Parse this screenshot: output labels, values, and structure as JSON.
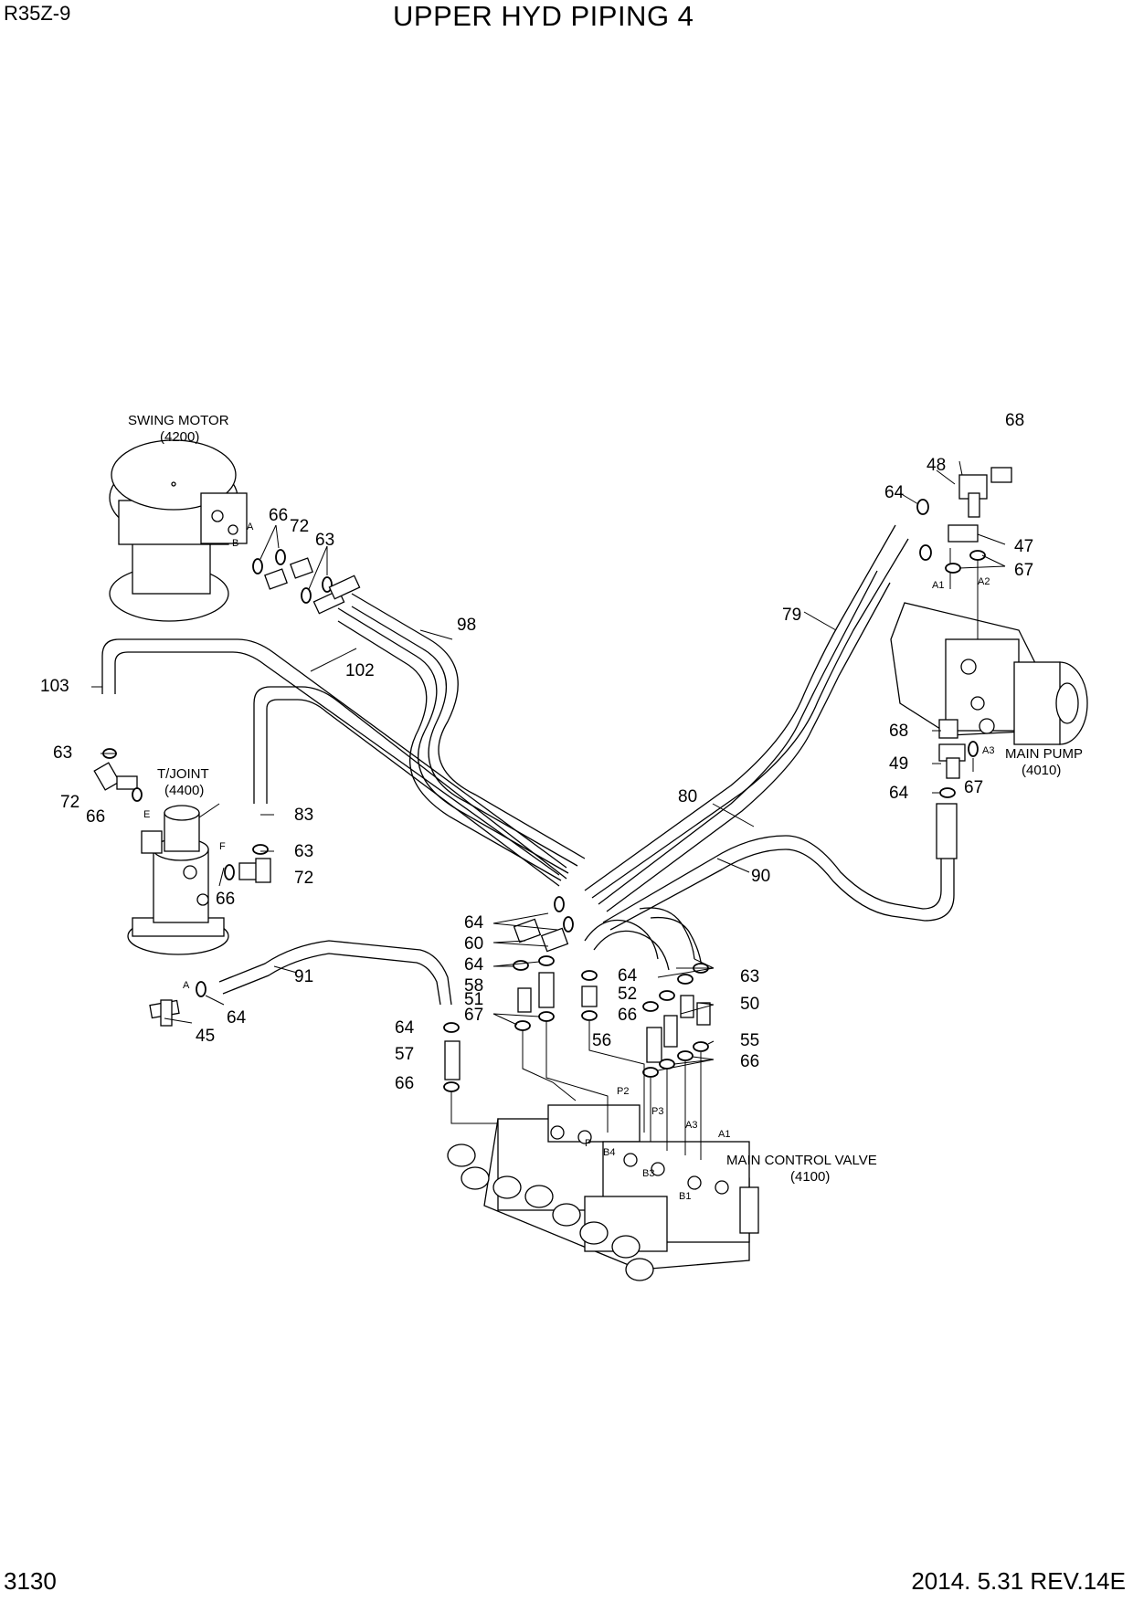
{
  "header": {
    "model": "R35Z-9",
    "title": "UPPER HYD PIPING 4"
  },
  "footer": {
    "page_number": "3130",
    "revision": "2014. 5.31  REV.14E"
  },
  "components": {
    "swing_motor": {
      "name": "SWING MOTOR",
      "code": "(4200)"
    },
    "turning_joint": {
      "name": "T/JOINT",
      "code": "(4400)"
    },
    "main_pump": {
      "name": "MAIN PUMP",
      "code": "(4010)"
    },
    "main_control_valve": {
      "name": "MAIN CONTROL VALVE",
      "code": "(4100)"
    }
  },
  "ports": {
    "swing_a": "A",
    "swing_b": "B",
    "tj_e": "E",
    "tj_f": "F",
    "tj_a": "A",
    "pump_a1": "A1",
    "pump_a2": "A2",
    "pump_a3": "A3",
    "mcv_p2": "P2",
    "mcv_p3": "P3",
    "mcv_a3": "A3",
    "mcv_a1": "A1",
    "mcv_p": "P",
    "mcv_b4": "B4",
    "mcv_b3": "B3",
    "mcv_b1": "B1"
  },
  "callouts": {
    "c66_sm": "66",
    "c72_sm": "72",
    "c63_sm": "63",
    "c98": "98",
    "c102": "102",
    "c103": "103",
    "c63_l": "63",
    "c72_l": "72",
    "c66_l": "66",
    "c83": "83",
    "c63_m": "63",
    "c72_m": "72",
    "c66_m": "66",
    "c91": "91",
    "c64_a": "64",
    "c45": "45",
    "c68_t": "68",
    "c48": "48",
    "c64_t": "64",
    "c47": "47",
    "c67_t": "67",
    "c79": "79",
    "c68_p": "68",
    "c49": "49",
    "c67_p": "67",
    "c64_p": "64",
    "c80": "80",
    "c90": "90",
    "c64_v1": "64",
    "c60": "60",
    "c64_v2": "64",
    "c58": "58",
    "c51": "51",
    "c67_v": "67",
    "c64_v3": "64",
    "c57": "57",
    "c66_v": "66",
    "c64_v4": "64",
    "c52": "52",
    "c66_v2": "66",
    "c56": "56",
    "c63_v": "63",
    "c50": "50",
    "c55": "55",
    "c66_v3": "66"
  }
}
